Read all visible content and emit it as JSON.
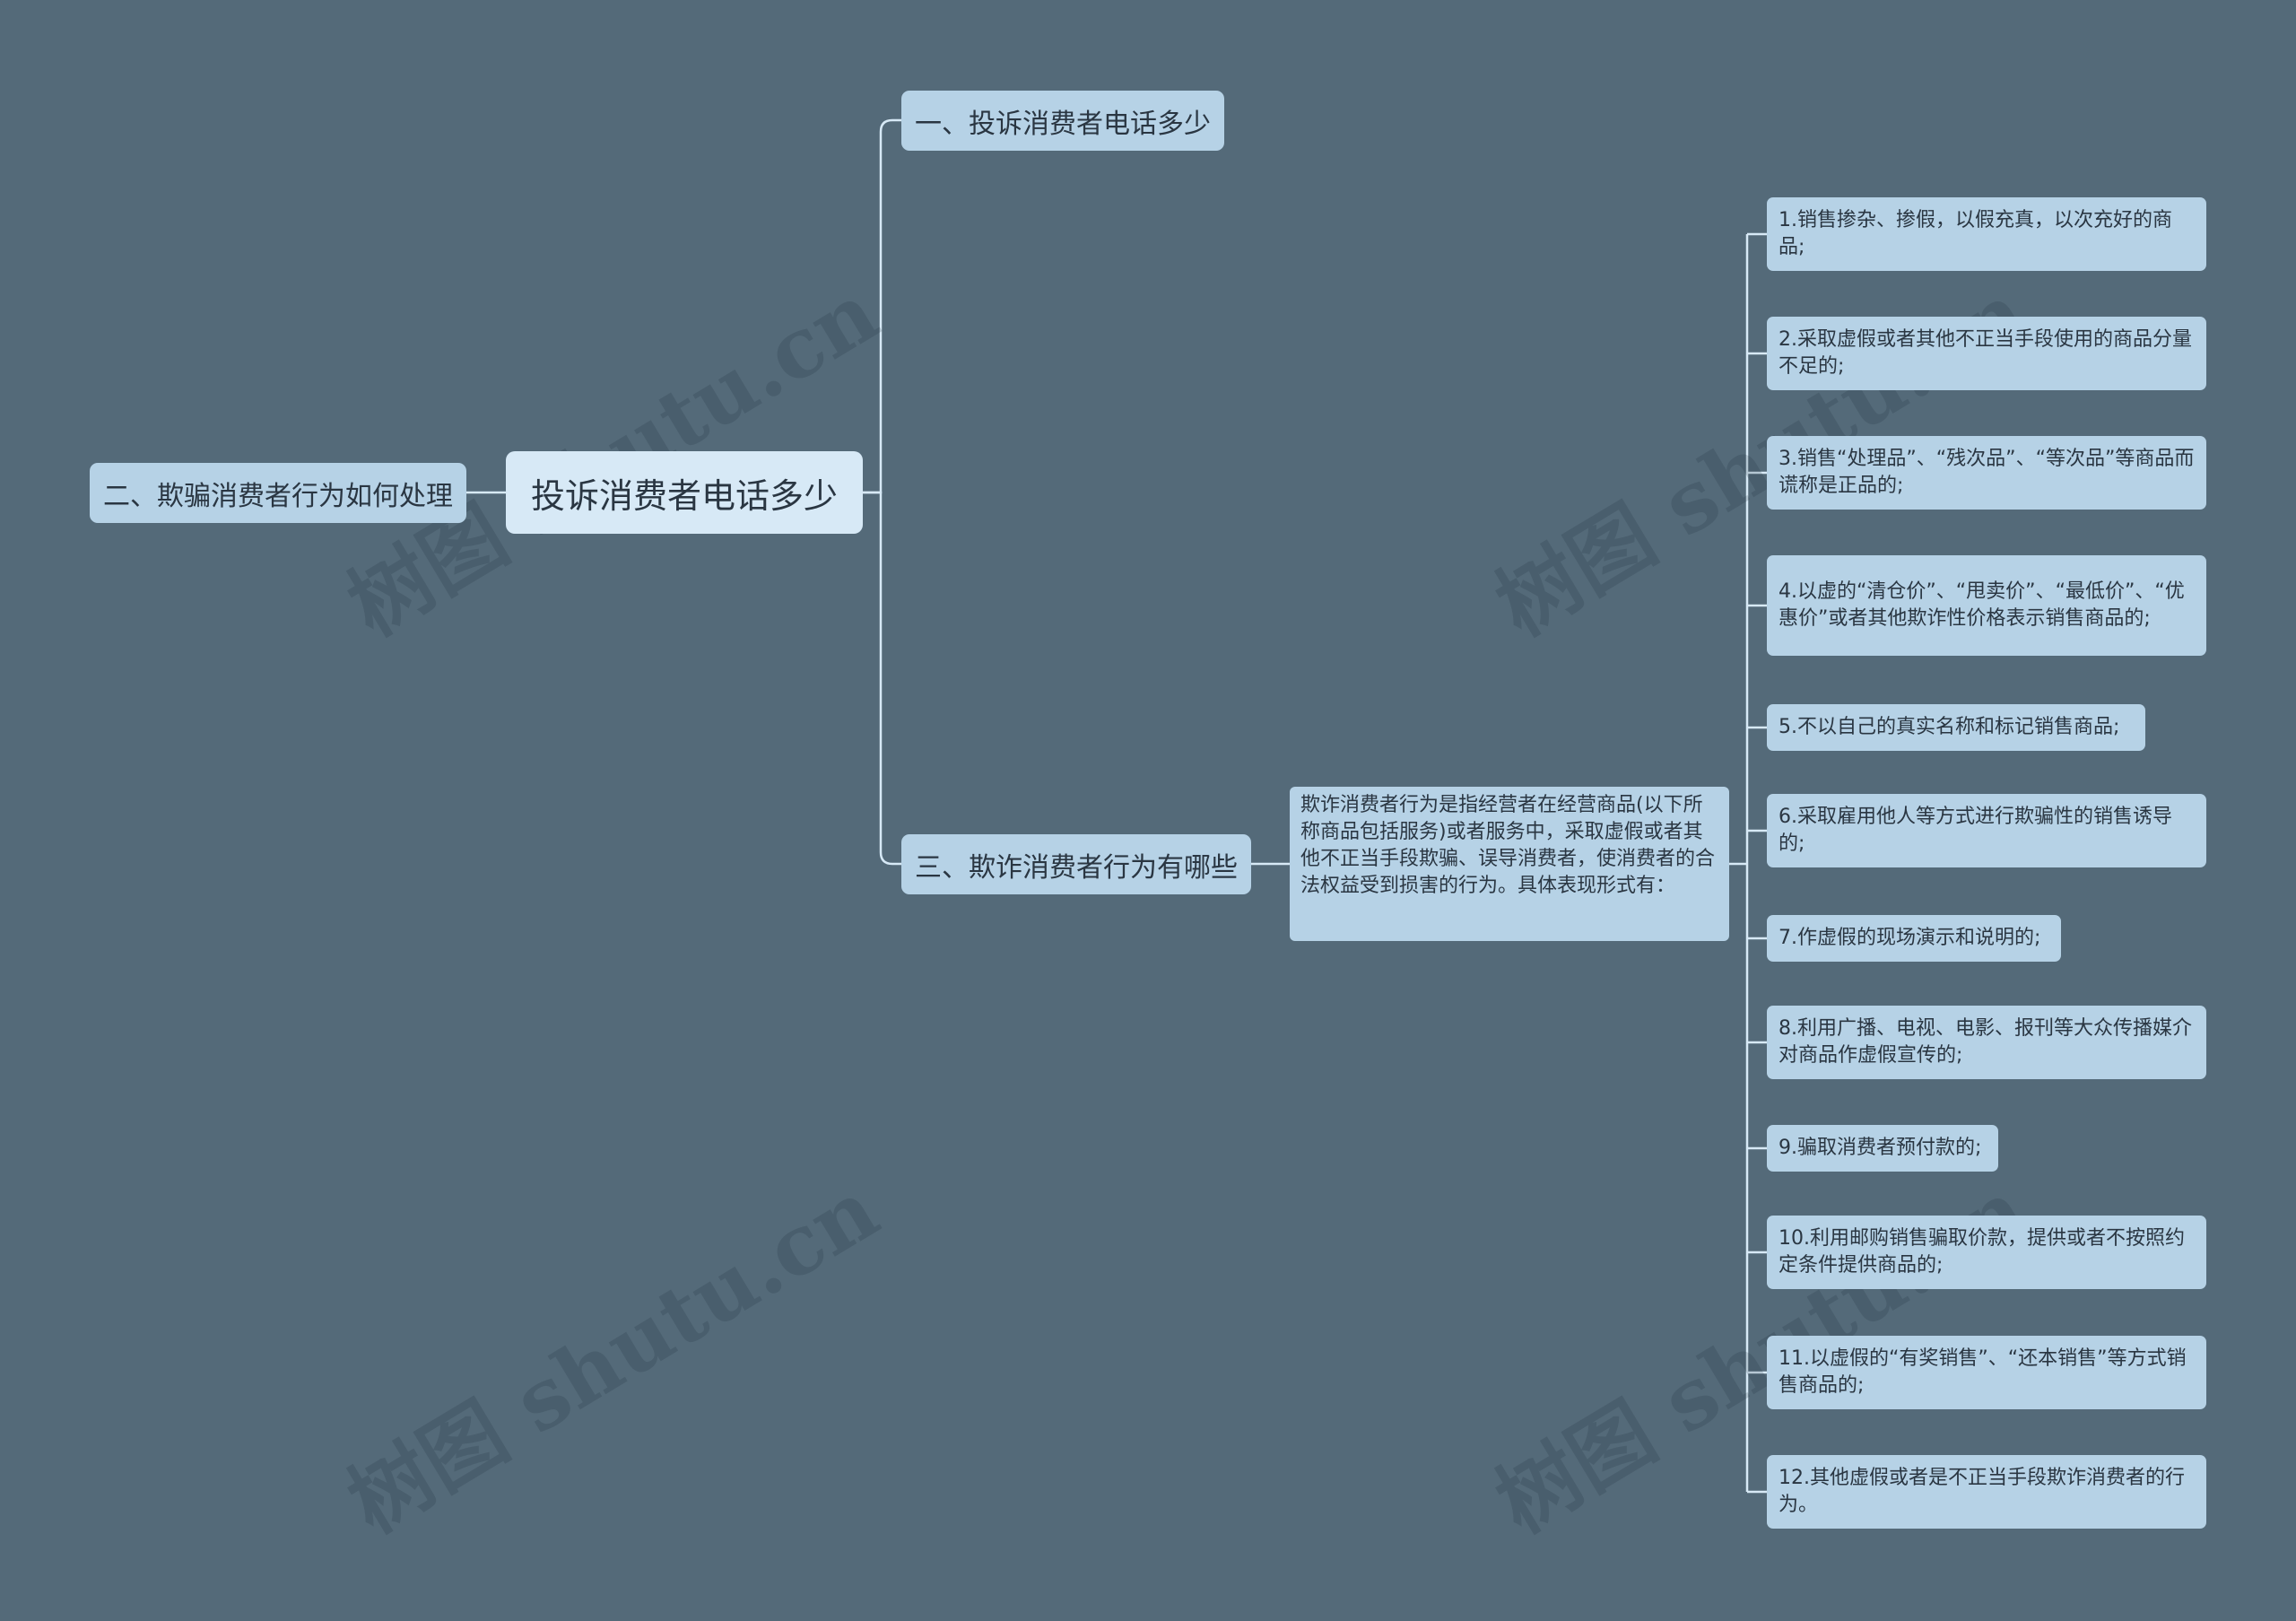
{
  "root": {
    "label": "投诉消费者电话多少"
  },
  "branches": {
    "left": "二、欺骗消费者行为如何处理",
    "top": "一、投诉消费者电话多少",
    "middle": "三、欺诈消费者行为有哪些"
  },
  "description": "欺诈消费者行为是指经营者在经营商品(以下所称商品包括服务)或者服务中，采取虚假或者其他不正当手段欺骗、误导消费者，使消费者的合法权益受到损害的行为。具体表现形式有：",
  "items": [
    "1.销售掺杂、掺假，以假充真，以次充好的商品;",
    "2.采取虚假或者其他不正当手段使用的商品分量不足的;",
    "3.销售“处理品”、“残次品”、“等次品”等商品而谎称是正品的;",
    "4.以虚的“清仓价”、“甩卖价”、“最低价”、“优惠价”或者其他欺诈性价格表示销售商品的;",
    "5.不以自己的真实名称和标记销售商品;",
    "6.采取雇用他人等方式进行欺骗性的销售诱导的;",
    "7.作虚假的现场演示和说明的;",
    "8.利用广播、电视、电影、报刊等大众传播媒介对商品作虚假宣传的;",
    "9.骗取消费者预付款的;",
    "10.利用邮购销售骗取价款，提供或者不按照约定条件提供商品的;",
    "11.以虚假的“有奖销售”、“还本销售”等方式销售商品的;",
    "12.其他虚假或者是不正当手段欺诈消费者的行为。"
  ],
  "watermark": "树图 shutu.cn",
  "colors": {
    "background": "#546a79",
    "node": "#b6d2e6",
    "root": "#d7e9f6",
    "line": "#d7e9f6"
  }
}
